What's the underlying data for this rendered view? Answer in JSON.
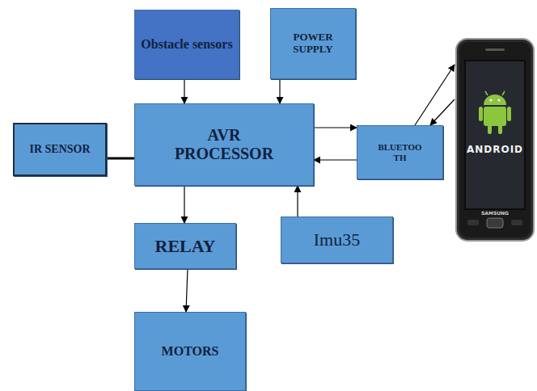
{
  "diagram": {
    "nodes": [
      {
        "text": [
          "Obstacle sensors"
        ]
      },
      {
        "text": [
          "POWER SUPPLY"
        ]
      },
      {
        "text": [
          "IR SENSOR"
        ]
      },
      {
        "text": [
          "AVR PROCESSOR"
        ]
      },
      {
        "text": [
          "BLUETOO TH"
        ]
      },
      {
        "text": [
          "ANDROID",
          "SAMSUNG"
        ]
      },
      {
        "text": [
          "RELAY"
        ]
      },
      {
        "text": [
          "Imu35"
        ]
      },
      {
        "text": [
          "MOTORS"
        ]
      }
    ],
    "edges": [
      {
        "from": 0,
        "to": 3,
        "arrow": "to"
      },
      {
        "from": 1,
        "to": 3,
        "arrow": "to"
      },
      {
        "from": 2,
        "to": 3,
        "arrow": "none"
      },
      {
        "from": 3,
        "to": 4,
        "arrow": "to"
      },
      {
        "from": 4,
        "to": 3,
        "arrow": "to"
      },
      {
        "from": 4,
        "to": 5,
        "arrow": "to"
      },
      {
        "from": 5,
        "to": 4,
        "arrow": "to"
      },
      {
        "from": 3,
        "to": 6,
        "arrow": "to"
      },
      {
        "from": 7,
        "to": 3,
        "arrow": "to"
      },
      {
        "from": 6,
        "to": 8,
        "arrow": "to"
      }
    ]
  }
}
